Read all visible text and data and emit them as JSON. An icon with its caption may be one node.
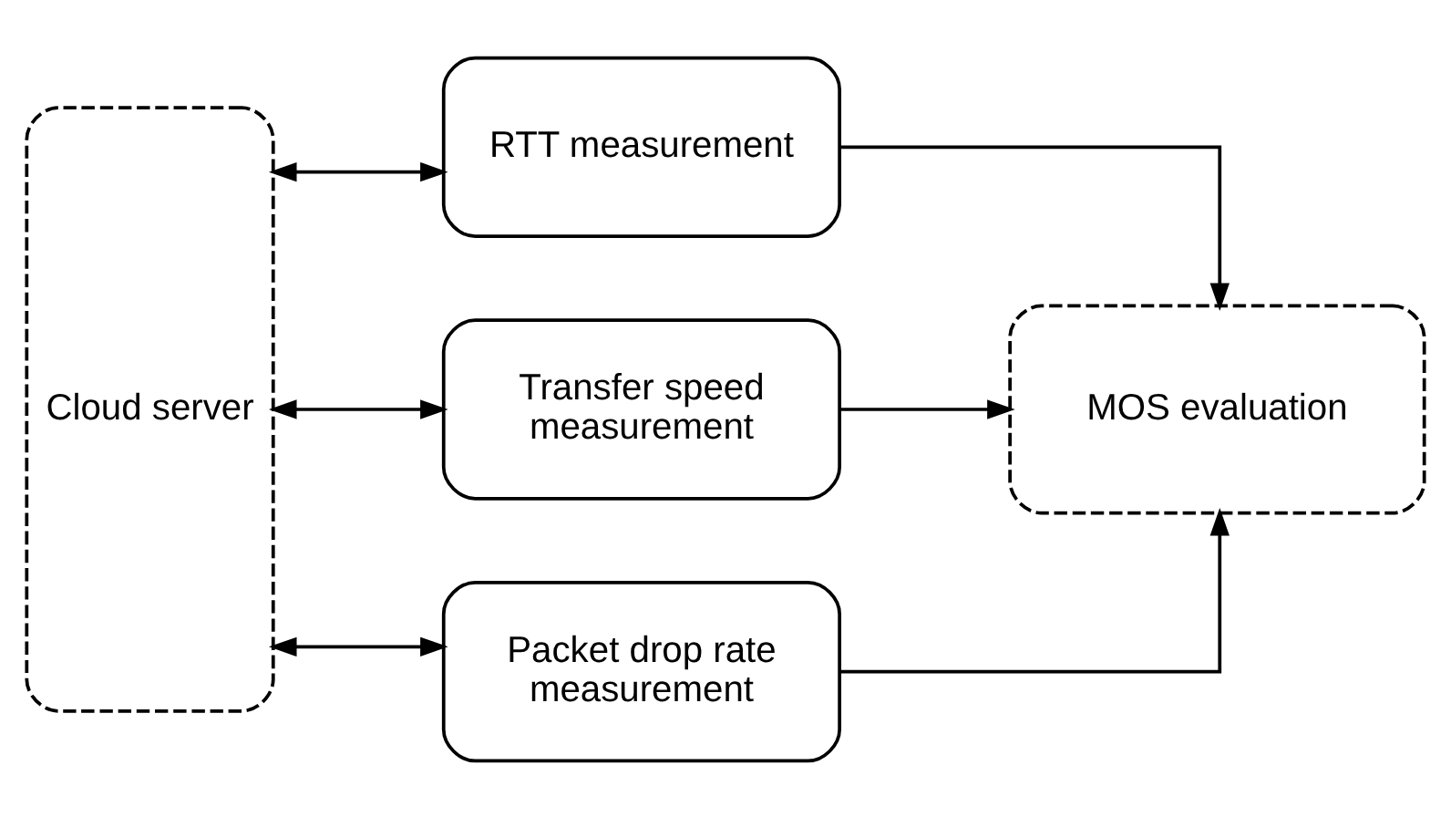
{
  "diagram": {
    "nodes": [
      {
        "text": [
          "Cloud server"
        ]
      },
      {
        "text": [
          "RTT measurement"
        ]
      },
      {
        "text": [
          "Transfer speed measurement"
        ]
      },
      {
        "text": [
          "Packet drop rate measurement"
        ]
      },
      {
        "text": [
          "MOS evaluation"
        ]
      }
    ],
    "edges": [
      {
        "from": 0,
        "to": 1,
        "arrow": "both"
      },
      {
        "from": 0,
        "to": 2,
        "arrow": "both"
      },
      {
        "from": 0,
        "to": 3,
        "arrow": "both"
      },
      {
        "from": 1,
        "to": 4,
        "arrow": "to"
      },
      {
        "from": 2,
        "to": 4,
        "arrow": "to"
      },
      {
        "from": 3,
        "to": 4,
        "arrow": "to"
      }
    ]
  }
}
